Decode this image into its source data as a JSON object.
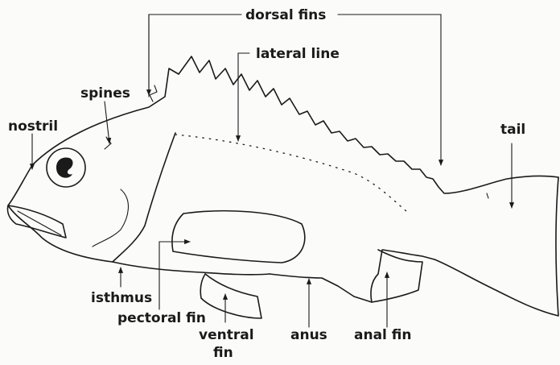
{
  "labels": {
    "dorsal_fins": "dorsal fins",
    "lateral_line": "lateral line",
    "spines": "spines",
    "nostril": "nostril",
    "tail": "tail",
    "isthmus": "isthmus",
    "pectoral_fin": "pectoral fin",
    "ventral_fin_1": "ventral",
    "ventral_fin_2": "fin",
    "anus": "anus",
    "anal_fin": "anal fin"
  },
  "colors": {
    "ink": "#1a1a1a",
    "paper": "#fbfbfa"
  }
}
